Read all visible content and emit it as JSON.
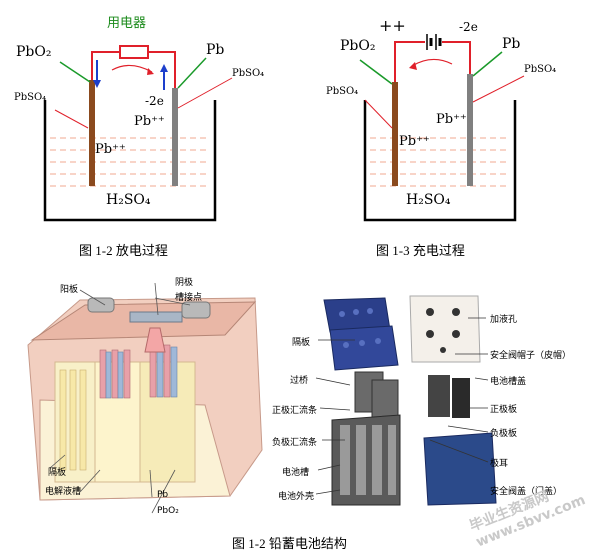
{
  "discharge": {
    "load_label": "用电器",
    "left_electrode": "PbO₂",
    "right_electrode": "Pb",
    "right_product": "PbSO₄",
    "left_product": "PbSO₄",
    "electron": "-2e",
    "ion_right": "Pb⁺⁺",
    "ion_left": "Pb⁺⁺",
    "electrolyte": "H₂SO₄",
    "caption": "图 1-2  放电过程"
  },
  "charge": {
    "plus_sign": "++",
    "electron": "-2e",
    "left_electrode": "PbO₂",
    "right_electrode": "Pb",
    "right_product": "PbSO₄",
    "left_product": "PbSO₄",
    "ion_right": "Pb⁺⁺",
    "ion_left": "Pb⁺⁺",
    "electrolyte": "H₂SO₄",
    "caption": "图 1-3  充电过程"
  },
  "cutaway": {
    "labels": {
      "anode": "阳板",
      "cathode": "阴极",
      "terminal": "槽接点",
      "separator": "隔板",
      "electrolyte_tank": "电解液槽",
      "pb": "Pb",
      "pbo2": "PbO₂"
    }
  },
  "exploded": {
    "left_labels": [
      "隔板",
      "过桥",
      "正极汇流条",
      "负极汇流条",
      "电池槽",
      "电池外壳"
    ],
    "right_labels": [
      "加液孔",
      "安全阀帽子（皮帽）",
      "电池槽盖",
      "正极板",
      "负极板",
      "极耳",
      "安全阀盖（门盖）"
    ]
  },
  "bottom_caption": "图 1-2  铅蓄电池结构",
  "watermark": "毕业生资源网 www.sbvv.com",
  "colors": {
    "wire": "#e0202a",
    "positive_plate": "#8b4a1e",
    "negative_plate": "#808080",
    "lead_green": "#1a9a2a",
    "arrow_blue": "#1d3fcc",
    "electrolyte_dash": "#f0a890",
    "load_green": "#1a8a1a"
  }
}
